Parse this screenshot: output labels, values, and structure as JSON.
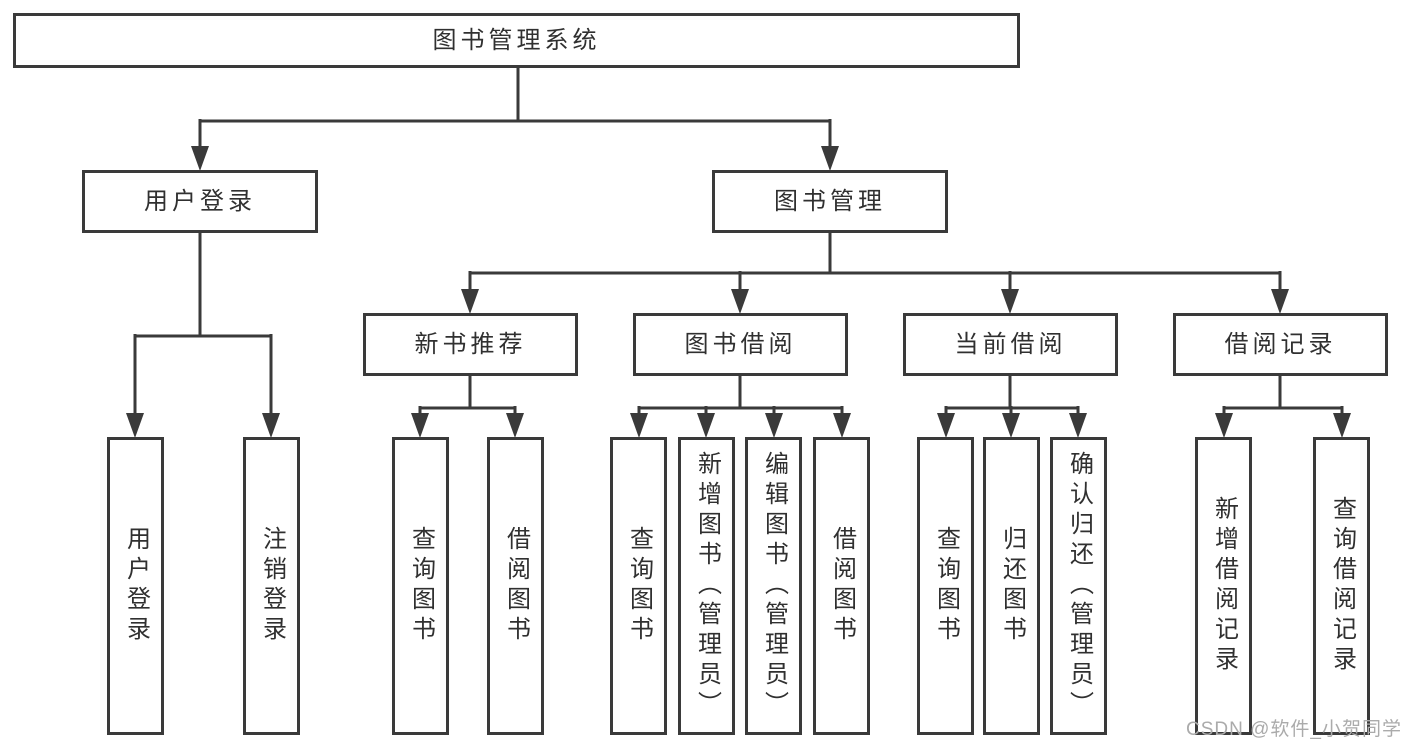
{
  "diagram": {
    "root": {
      "label": "图书管理系统"
    },
    "branches": [
      {
        "label": "用户登录",
        "children": [
          {
            "label": "用户登录"
          },
          {
            "label": "注销登录"
          }
        ]
      },
      {
        "label": "图书管理",
        "sections": [
          {
            "label": "新书推荐",
            "children": [
              {
                "label": "查询图书"
              },
              {
                "label": "借阅图书"
              }
            ]
          },
          {
            "label": "图书借阅",
            "children": [
              {
                "label": "查询图书"
              },
              {
                "label": "新增图书（管理员）"
              },
              {
                "label": "编辑图书（管理员）"
              },
              {
                "label": "借阅图书"
              }
            ]
          },
          {
            "label": "当前借阅",
            "children": [
              {
                "label": "查询图书"
              },
              {
                "label": "归还图书"
              },
              {
                "label": "确认归还（管理员）"
              }
            ]
          },
          {
            "label": "借阅记录",
            "children": [
              {
                "label": "新增借阅记录"
              },
              {
                "label": "查询借阅记录"
              }
            ]
          }
        ]
      }
    ]
  },
  "watermark": {
    "text": "CSDN @软件_小贺同学",
    "color": "#ababab"
  },
  "colors": {
    "line": "#3a3a3a",
    "text": "#303030",
    "background": "#ffffff"
  }
}
